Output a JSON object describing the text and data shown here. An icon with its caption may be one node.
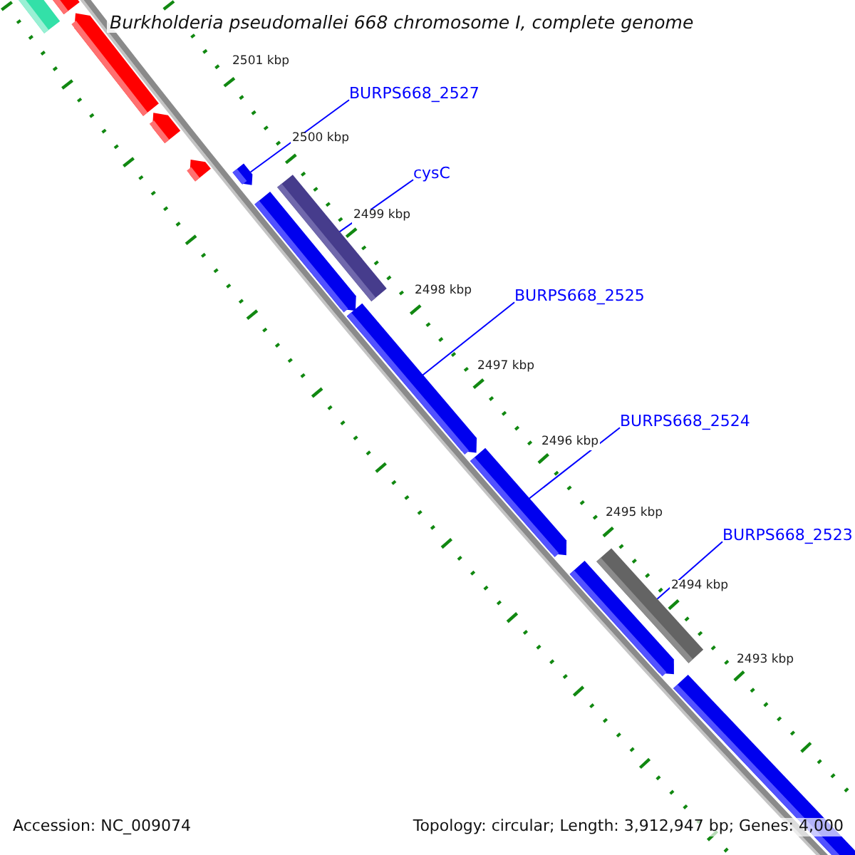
{
  "diagram": {
    "title": "Burkholderia pseudomallei 668 chromosome I, complete genome",
    "nodes": [
      {
        "text": [
          "BURPS668_2527"
        ]
      },
      {
        "text": [],
        "shape": "bar"
      },
      {
        "text": [
          "cysC"
        ]
      },
      {
        "text": [],
        "shape": "bar"
      },
      {
        "text": [
          "BURPS668_2525"
        ]
      },
      {
        "text": [],
        "shape": "bar"
      },
      {
        "text": [
          "BURPS668_2524"
        ]
      },
      {
        "text": [],
        "shape": "bar"
      },
      {
        "text": [
          "BURPS668_2523"
        ]
      },
      {
        "text": [],
        "shape": "bar"
      },
      {
        "text": [],
        "shape": "bar"
      },
      {
        "text": [],
        "shape": "bar"
      },
      {
        "text": [],
        "shape": "bar"
      },
      {
        "text": [],
        "shape": "bar"
      },
      {
        "text": [],
        "shape": "bar"
      },
      {
        "text": [],
        "shape": "bar"
      },
      {
        "text": [],
        "shape": "bar"
      },
      {
        "text": [],
        "shape": "bar"
      }
    ],
    "edges": [
      {
        "from": 0,
        "to": 1,
        "arrow": "none"
      },
      {
        "from": 2,
        "to": 3,
        "arrow": "none"
      },
      {
        "from": 4,
        "to": 5,
        "arrow": "none"
      },
      {
        "from": 6,
        "to": 7,
        "arrow": "none"
      },
      {
        "from": 8,
        "to": 9,
        "arrow": "none"
      }
    ],
    "labels": [
      "2501 kbp",
      "2500 kbp",
      "2499 kbp",
      "2498 kbp",
      "2497 kbp",
      "2496 kbp",
      "2495 kbp",
      "2494 kbp",
      "2493 kbp",
      "Accession: NC_009074",
      "Topology: circular; Length: 3,912,947 bp; Genes: 4,000"
    ]
  }
}
